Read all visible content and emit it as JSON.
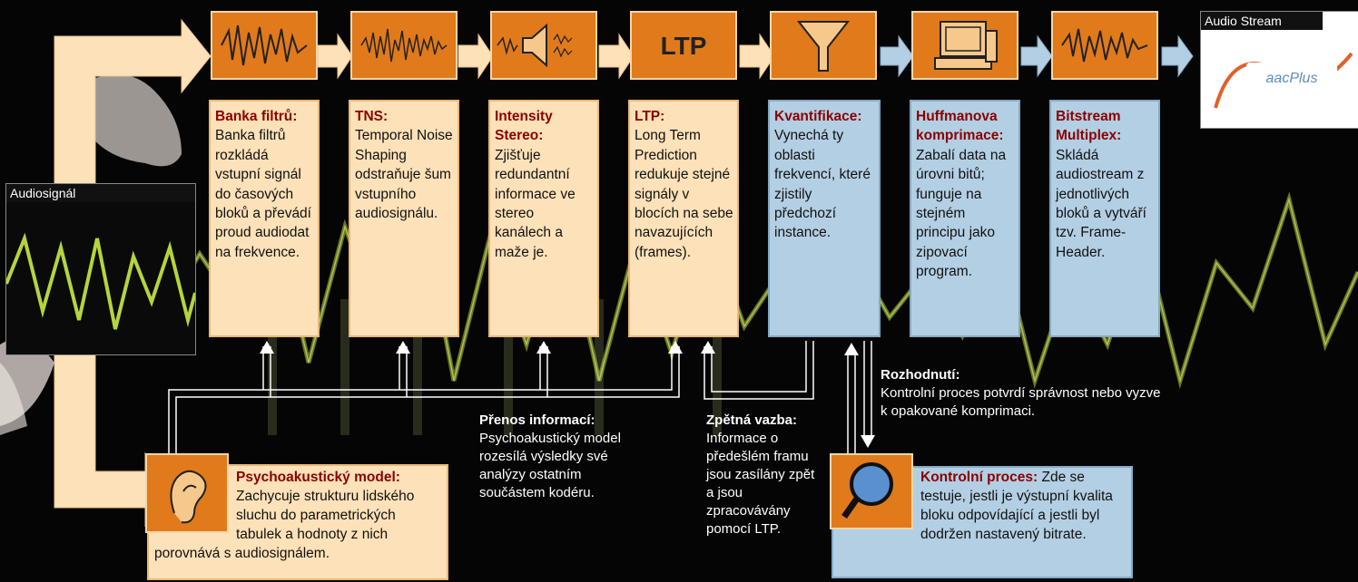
{
  "audio_stream": {
    "label": "Audio Stream",
    "logo_text": "aacPlus"
  },
  "audiosignal": {
    "label": "Audiosignál"
  },
  "stages": [
    {
      "icon": "waveform-icon",
      "title": "Banka filtrů:",
      "text": "Banka filtrů rozkládá vstupní signál do časových bloků a převádí proud audiodat na frekvence."
    },
    {
      "icon": "noise-waveform-icon",
      "title": "TNS:",
      "text": "Temporal Noise Shaping odstraňuje šum vstupního audiosignálu."
    },
    {
      "icon": "speaker-icon",
      "title": "Intensity Stereo:",
      "text": "Zjišťuje redundantní informace ve stereo kanálech a maže je."
    },
    {
      "icon": "ltp-icon",
      "icon_text": "LTP",
      "title": "LTP:",
      "text": "Long Term Prediction redukuje stejné signály v blocích na sebe navazujících (frames)."
    },
    {
      "icon": "funnel-icon",
      "title": "Kvantifikace:",
      "text": "Vynechá ty oblasti frekvencí, které zjistily předchozí instance."
    },
    {
      "icon": "computer-icon",
      "title": "Huffmanova komprimace:",
      "text": "Zabalí data na úrovni bitů; funguje na stejném principu jako zipovací program."
    },
    {
      "icon": "waveform-icon",
      "title": "Bitstream Multiplex:",
      "text": "Skládá audiostream z jednotlivých bloků a vytváří tzv. Frame-Header."
    }
  ],
  "psycho": {
    "title": "Psychoakustický model:",
    "text": "Zachycuje strukturu lidského sluchu do parametrických tabulek a hodnoty z nich porovnává s audiosignálem."
  },
  "transfer": {
    "title": "Přenos informací:",
    "text": "Psychoakustický model rozesílá výsledky své analýzy ostatním součástem kodéru."
  },
  "feedback": {
    "title": "Zpětná vazba:",
    "text": "Informace o předešlém framu jsou zasílány zpět a jsou zpracovávány pomocí LTP."
  },
  "decision": {
    "title": "Rozhodnutí:",
    "text": "Kontrolní proces potvrdí správnost nebo vyzve k opakované komprimaci."
  },
  "control": {
    "title": "Kontrolní proces:",
    "text": "Zde se testuje, jestli je výstupní kvalita bloku odpovídající a jestli byl dodržen nastavený bitrate."
  },
  "colors": {
    "stage_orange": "#e07a1b",
    "desc_orange": "#fde1b8",
    "desc_blue": "#b3cfe3",
    "title_red": "#8b0000",
    "arrow_peach": "#fde1b8",
    "arrow_blue": "#b3cfe3"
  }
}
